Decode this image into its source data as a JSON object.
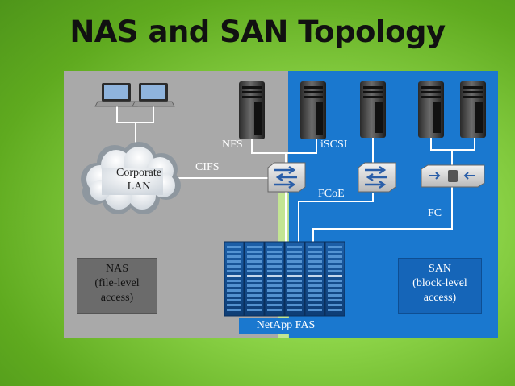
{
  "title": "NAS and SAN Topology",
  "cloud": {
    "line1": "Corporate",
    "line2": "LAN"
  },
  "protocols": {
    "nfs": "NFS",
    "iscsi": "iSCSI",
    "cifs": "CIFS",
    "fcoe": "FCoE",
    "fc": "FC"
  },
  "nas_box": {
    "line1": "NAS",
    "line2": "(file-level",
    "line3": "access)"
  },
  "san_box": {
    "line1": "SAN",
    "line2": "(block-level",
    "line3": "access)"
  },
  "storage_label": "NetApp FAS",
  "colors": {
    "nas_panel": "#a9a9a9",
    "san_panel": "#1a78cf",
    "line": "#ffffff",
    "background": "#8fd64a"
  }
}
